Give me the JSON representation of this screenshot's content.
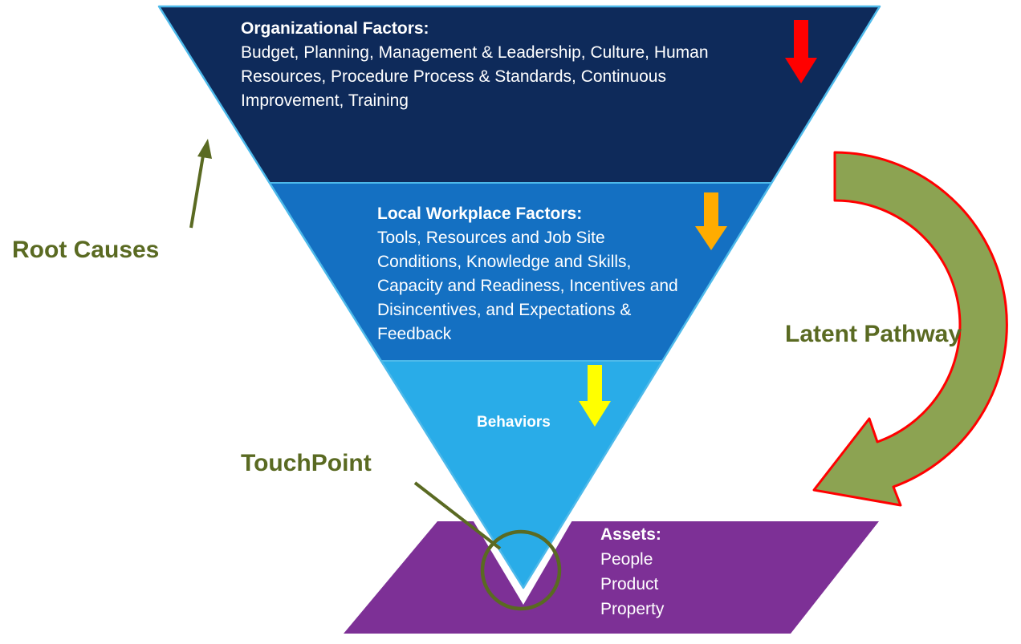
{
  "colors": {
    "navy": "#0e2a5a",
    "medium_blue": "#1470c2",
    "light_blue": "#29ace8",
    "purple": "#7d3096",
    "olive": "#5a6a22",
    "curved_arrow_green": "#8ca352",
    "curved_arrow_outline": "#ff0000",
    "red_arrow": "#ff0000",
    "orange_arrow": "#ffac00",
    "yellow_arrow": "#ffff00",
    "triangle_outline": "#4db9ea"
  },
  "funnel": {
    "organizational": {
      "title": "Organizational Factors:",
      "body": "Budget, Planning, Management & Leadership, Culture, Human Resources, Procedure Process & Standards, Continuous Improvement, Training"
    },
    "local_workplace": {
      "title": "Local Workplace Factors:",
      "body": "Tools, Resources and Job Site Conditions, Knowledge and Skills, Capacity and Readiness, Incentives and Disincentives, and Expectations & Feedback"
    },
    "behaviors_label": "Behaviors"
  },
  "assets": {
    "title": "Assets:",
    "items": [
      "People",
      "Product",
      "Property"
    ]
  },
  "annotations": {
    "root_causes": "Root Causes",
    "latent_pathway": "Latent Pathway",
    "touchpoint": "TouchPoint"
  }
}
